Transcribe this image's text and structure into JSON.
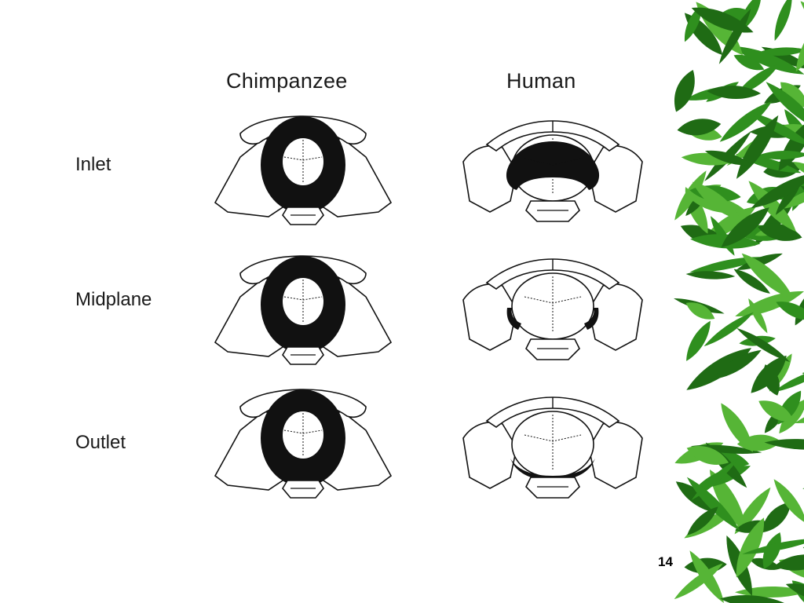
{
  "columns": {
    "left": "Chimpanzee",
    "right": "Human"
  },
  "rows": [
    {
      "label": "Inlet"
    },
    {
      "label": "Midplane"
    },
    {
      "label": "Outlet"
    }
  ],
  "colors": {
    "ink": "#111111",
    "bone_fill": "#ffffff",
    "leaf_dark": "#1f6b14",
    "leaf_mid": "#2f8f1e",
    "leaf_light": "#56b536"
  },
  "page_number": "14"
}
